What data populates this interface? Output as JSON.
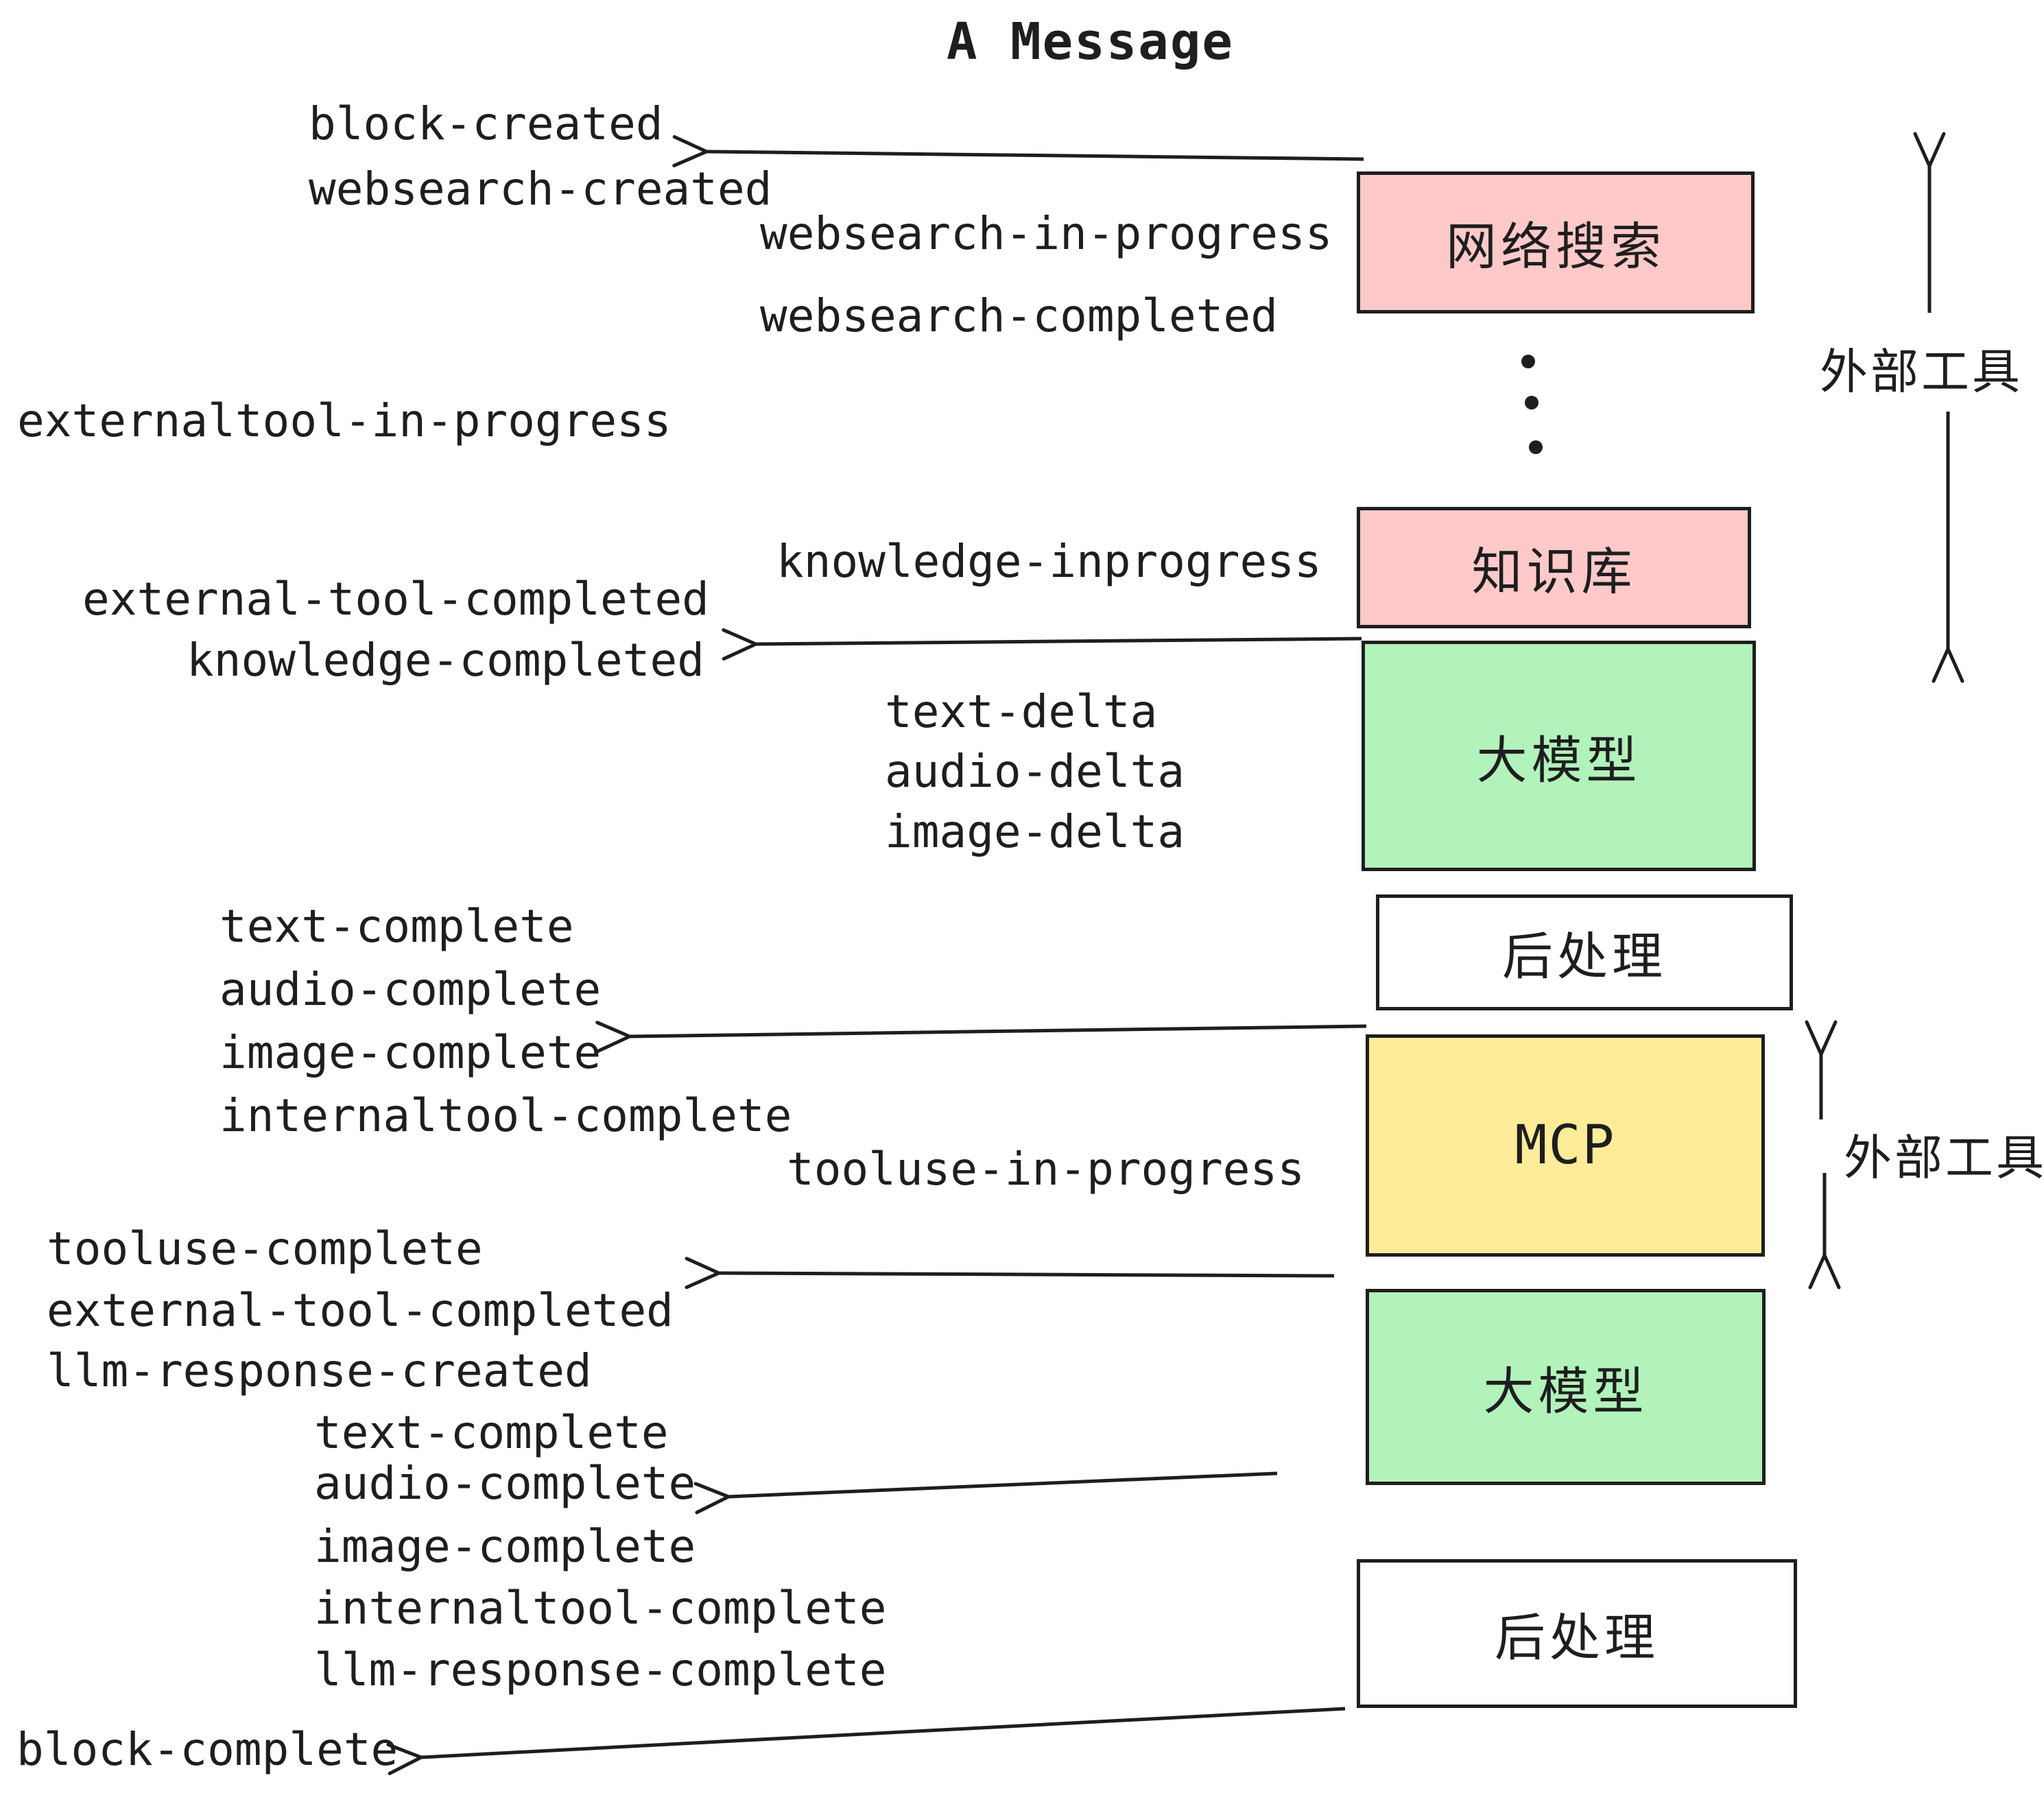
{
  "title": "A Message",
  "colors": {
    "stroke": "#1e1e1e",
    "box_pink": "#ffc9c9",
    "box_green": "#b2f2bb",
    "box_yellow": "#ffec99",
    "box_white": "#ffffff"
  },
  "events": [
    {
      "text": "block-created"
    },
    {
      "text": "websearch-created"
    },
    {
      "text": "websearch-in-progress"
    },
    {
      "text": "websearch-completed"
    },
    {
      "text": "externaltool-in-progress"
    },
    {
      "text": "knowledge-inprogress"
    },
    {
      "text": "external-tool-completed"
    },
    {
      "text": "knowledge-completed"
    },
    {
      "text": "text-delta"
    },
    {
      "text": "audio-delta"
    },
    {
      "text": "image-delta"
    },
    {
      "text": "text-complete"
    },
    {
      "text": "audio-complete"
    },
    {
      "text": "image-complete"
    },
    {
      "text": "internaltool-complete"
    },
    {
      "text": "tooluse-in-progress"
    },
    {
      "text": "tooluse-complete"
    },
    {
      "text": "external-tool-completed"
    },
    {
      "text": "llm-response-created"
    },
    {
      "text": "text-complete"
    },
    {
      "text": "audio-complete"
    },
    {
      "text": "image-complete"
    },
    {
      "text": "internaltool-complete"
    },
    {
      "text": "llm-response-complete"
    },
    {
      "text": "block-complete"
    }
  ],
  "boxes": [
    {
      "label": "网络搜索",
      "kind": "web-search"
    },
    {
      "label": "知识库",
      "kind": "knowledge-base"
    },
    {
      "label": "大模型",
      "kind": "llm"
    },
    {
      "label": "后处理",
      "kind": "post-processing"
    },
    {
      "label": "MCP",
      "kind": "mcp"
    },
    {
      "label": "大模型",
      "kind": "llm"
    },
    {
      "label": "后处理",
      "kind": "post-processing"
    }
  ],
  "side_annotations": [
    {
      "label": "外部工具"
    },
    {
      "label": "外部工具"
    }
  ]
}
